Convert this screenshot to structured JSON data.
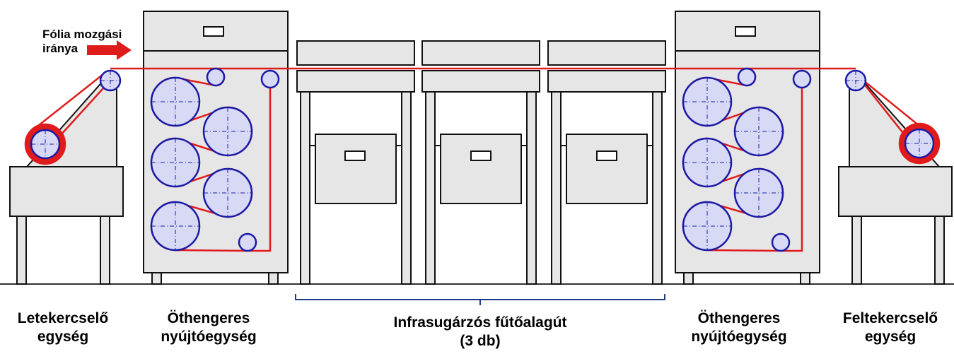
{
  "direction_label": {
    "line1": "Fólia mozgási",
    "line2": "iránya"
  },
  "units": [
    {
      "line1": "Letekercselő",
      "line2": "egység"
    },
    {
      "line1": "Öthengeres",
      "line2": "nyújtóegység"
    },
    {
      "line1": "Infrasugárzós fűtőalagút",
      "line2": "(3 db)"
    },
    {
      "line1": "Öthengeres",
      "line2": "nyújtóegység"
    },
    {
      "line1": "Feltekercselő",
      "line2": "egység"
    }
  ],
  "colors": {
    "film": "#e01b1b",
    "roller_fill": "#d7d9f5",
    "roller_stroke": "#1a1aa8",
    "frame_fill": "#e6e6e6",
    "frame_stroke": "#111111",
    "bracket": "#1f3a8a"
  }
}
